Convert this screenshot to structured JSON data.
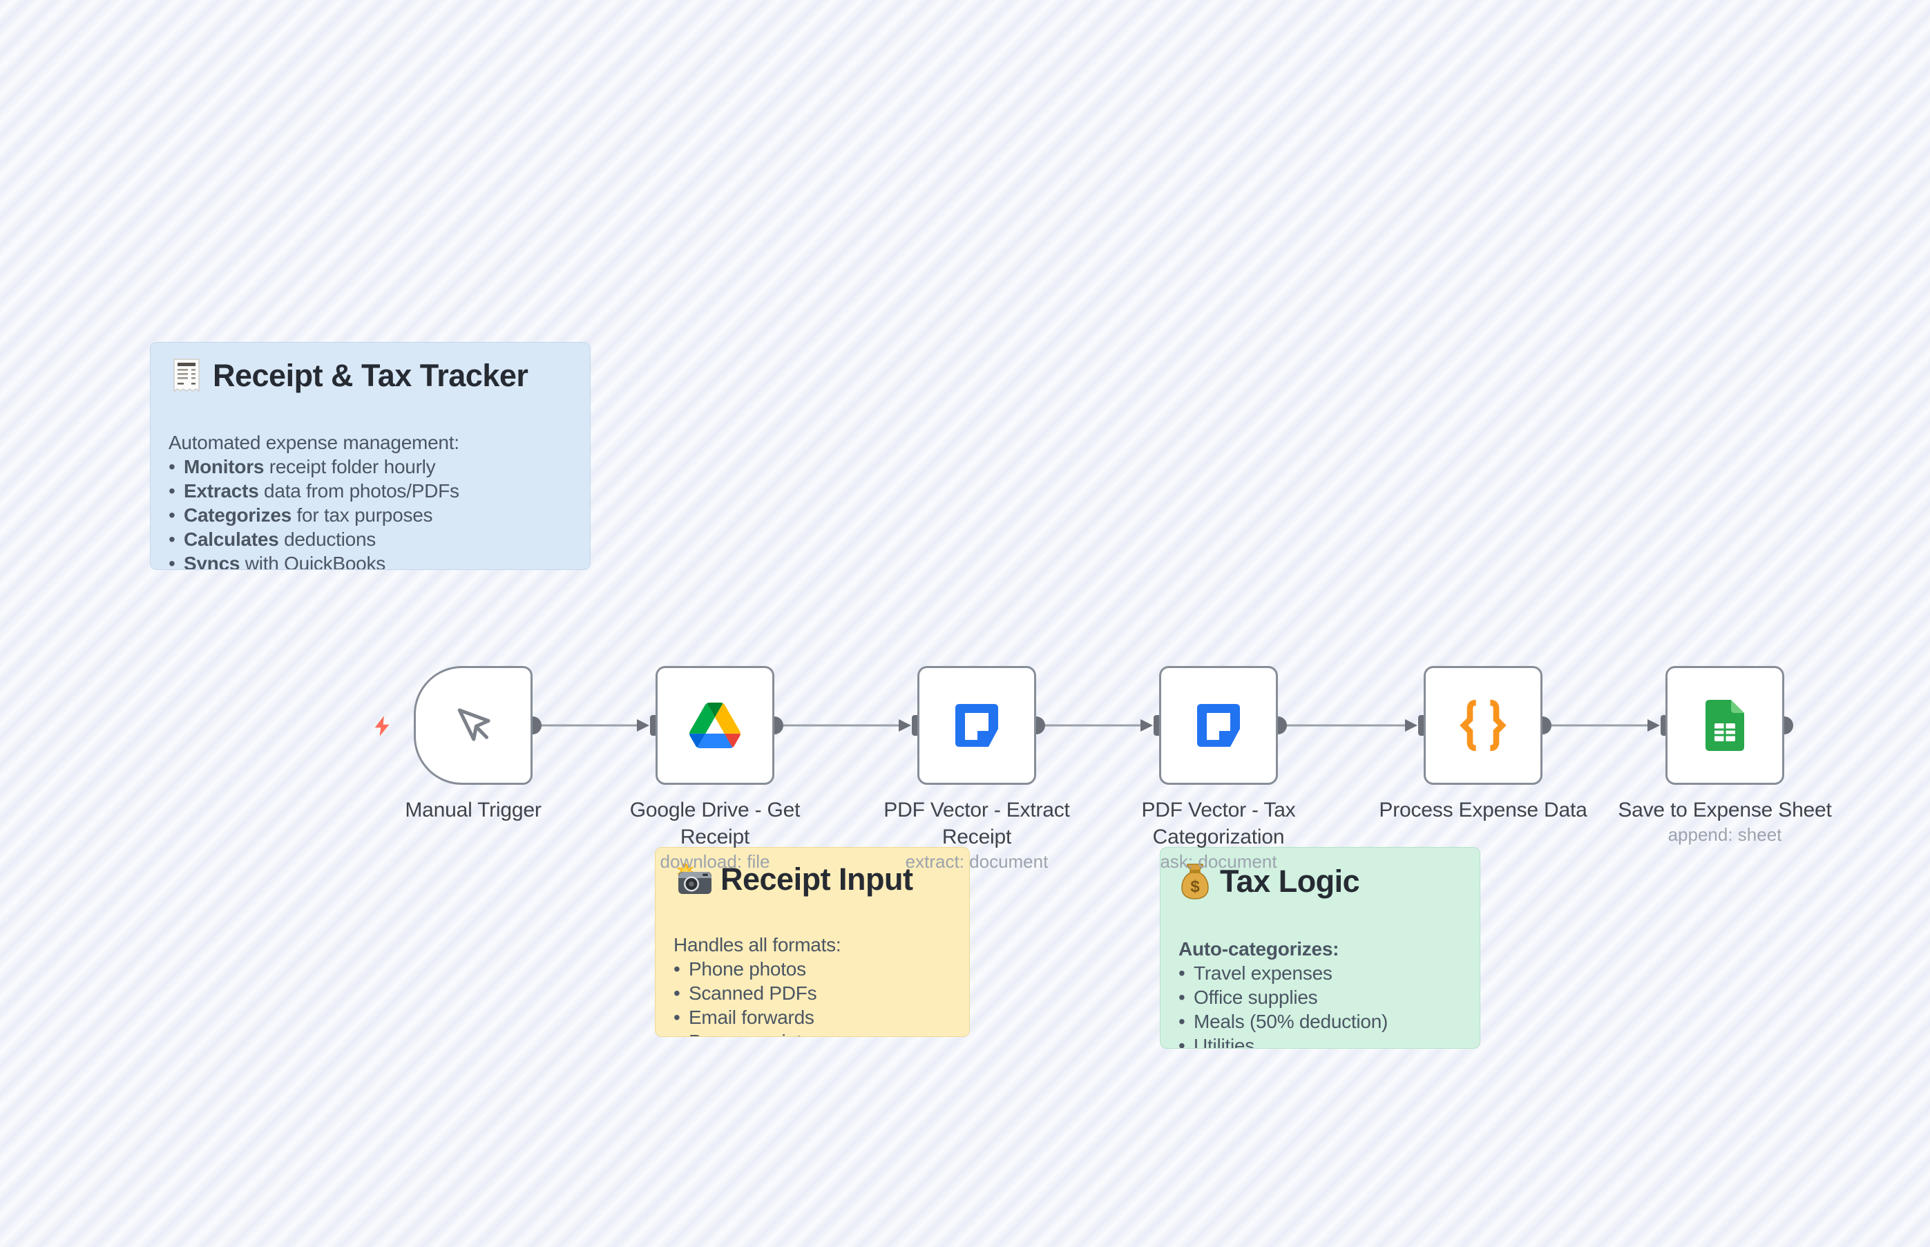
{
  "canvas": {
    "background_base": "#fbfbfd",
    "stripe_color": "#eaedf7",
    "connector_color": "#9aa0a8",
    "port_color": "#6b7078",
    "node_border_color": "#878d97",
    "trigger_bolt_color": "#ff6d5a"
  },
  "sticky_notes": [
    {
      "id": "receipt-tax-tracker",
      "color": "blue",
      "icon": "receipt-icon",
      "title": "Receipt & Tax Tracker",
      "intro": "Automated expense management:",
      "bullets": [
        {
          "b": "Monitors",
          "t": " receipt folder hourly"
        },
        {
          "b": "Extracts",
          "t": " data from photos/PDFs"
        },
        {
          "b": "Categorizes",
          "t": " for tax purposes"
        },
        {
          "b": "Calculates",
          "t": " deductions"
        },
        {
          "b": "Syncs",
          "t": " with QuickBooks"
        }
      ]
    },
    {
      "id": "receipt-input",
      "color": "yellow",
      "icon": "camera-flash-icon",
      "title": "Receipt Input",
      "intro": "Handles all formats:",
      "bullets": [
        {
          "b": "",
          "t": "Phone photos"
        },
        {
          "b": "",
          "t": "Scanned PDFs"
        },
        {
          "b": "",
          "t": "Email forwards"
        },
        {
          "b": "",
          "t": "Paper receipts"
        }
      ]
    },
    {
      "id": "tax-logic",
      "color": "green",
      "icon": "money-bag-icon",
      "title": "Tax Logic",
      "intro_bold": "Auto-categorizes:",
      "bullets": [
        {
          "b": "",
          "t": "Travel expenses"
        },
        {
          "b": "",
          "t": "Office supplies"
        },
        {
          "b": "",
          "t": "Meals (50% deduction)"
        },
        {
          "b": "",
          "t": "Utilities"
        }
      ]
    }
  ],
  "nodes": [
    {
      "id": "manual-trigger",
      "icon": "cursor-icon",
      "line1": "Manual Trigger",
      "line2": "",
      "subtitle": ""
    },
    {
      "id": "google-drive",
      "icon": "google-drive-icon",
      "line1": "Google Drive - Get",
      "line2": "Receipt",
      "subtitle": "download: file"
    },
    {
      "id": "pdf-vector-extract",
      "icon": "pdf-vector-icon",
      "line1": "PDF Vector - Extract",
      "line2": "Receipt",
      "subtitle": "extract: document"
    },
    {
      "id": "pdf-vector-tax",
      "icon": "pdf-vector-icon",
      "line1": "PDF Vector - Tax",
      "line2": "Categorization",
      "subtitle": "ask: document"
    },
    {
      "id": "process-expense",
      "icon": "code-braces-icon",
      "line1": "Process Expense Data",
      "line2": "",
      "subtitle": ""
    },
    {
      "id": "save-expense-sheet",
      "icon": "google-sheets-icon",
      "line1": "Save to Expense Sheet",
      "line2": "",
      "subtitle": "append: sheet"
    }
  ]
}
